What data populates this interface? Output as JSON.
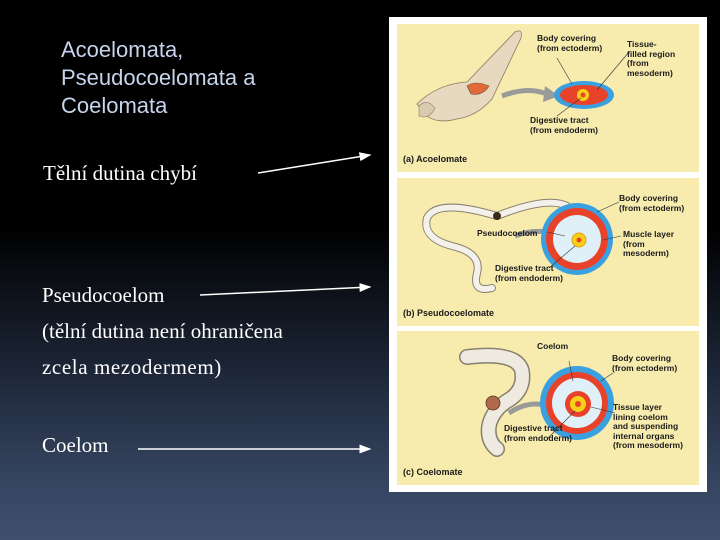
{
  "title": {
    "line1": "Acoelomata,",
    "line2": "Pseudocoelomata a",
    "line3": "Coelomata"
  },
  "items": {
    "acoel": "Tělní dutina chybí",
    "pseudo_1": "Pseudocoelom",
    "pseudo_2": "(tělní dutina není ohraničena",
    "pseudo_3": "zcela mezodermem)",
    "coelom": "Coelom"
  },
  "figure": {
    "panel_a": {
      "body_covering": [
        "Body covering",
        "(from ectoderm)"
      ],
      "tissue_filled": [
        "Tissue-",
        "filled region",
        "(from",
        "mesoderm)"
      ],
      "digestive": [
        "Digestive tract",
        "(from endoderm)"
      ],
      "caption": "(a) Acoelomate"
    },
    "panel_b": {
      "body_covering": [
        "Body covering",
        "(from ectoderm)"
      ],
      "pseudocoelom": "Pseudocoelom",
      "muscle_layer": [
        "Muscle layer",
        "(from",
        "mesoderm)"
      ],
      "digestive": [
        "Digestive tract",
        "(from endoderm)"
      ],
      "caption": "(b) Pseudocoelomate"
    },
    "panel_c": {
      "coelom": "Coelom",
      "body_covering": [
        "Body covering",
        "(from ectoderm)"
      ],
      "tissue_layer": [
        "Tissue layer",
        "lining coelom",
        "and suspending",
        "internal organs",
        "(from mesoderm)"
      ],
      "digestive": [
        "Digestive tract",
        "(from endoderm)"
      ],
      "caption": "(c) Coelomate"
    }
  },
  "colors": {
    "title_text": "#c6d4ec",
    "panel_bg": "#f7ecae",
    "ectoderm": "#3aa0e0",
    "mesoderm": "#e8432a",
    "endoderm": "#f5d219"
  }
}
